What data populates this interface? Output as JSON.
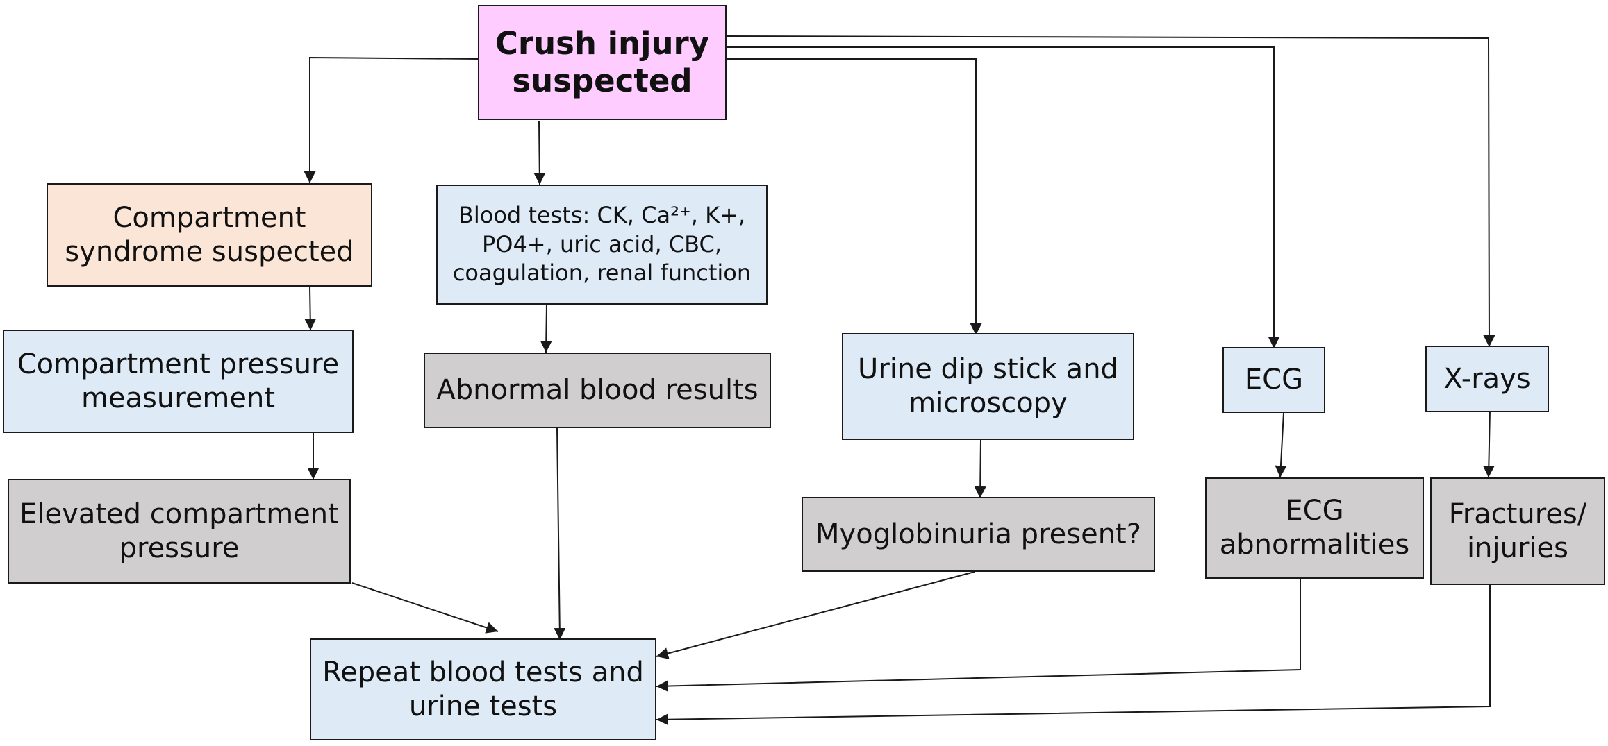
{
  "diagram": {
    "nodes": {
      "crush": "Crush injury suspected",
      "compartment_suspected": "Compartment syndrome suspected",
      "blood_tests": "Blood tests: CK, Ca²⁺, K+, PO4+, uric acid, CBC, coagulation, renal function",
      "urine_dip": "Urine dip stick and microscopy",
      "ecg": "ECG",
      "xrays": "X-rays",
      "pressure_measurement": "Compartment pressure measurement",
      "abnormal_blood": "Abnormal blood results",
      "elevated_pressure": "Elevated compartment pressure",
      "myoglobinuria": "Myoglobinuria present?",
      "ecg_abnormalities": "ECG abnormalities",
      "fractures": "Fractures/ injuries",
      "repeat_tests": "Repeat blood tests and urine tests"
    },
    "colors": {
      "header_fill": "#ffccff",
      "step_fill": "#deeaf6",
      "result_fill": "#d0cece",
      "warning_fill": "#fbe5d6",
      "line": "#1a1a1a"
    }
  }
}
